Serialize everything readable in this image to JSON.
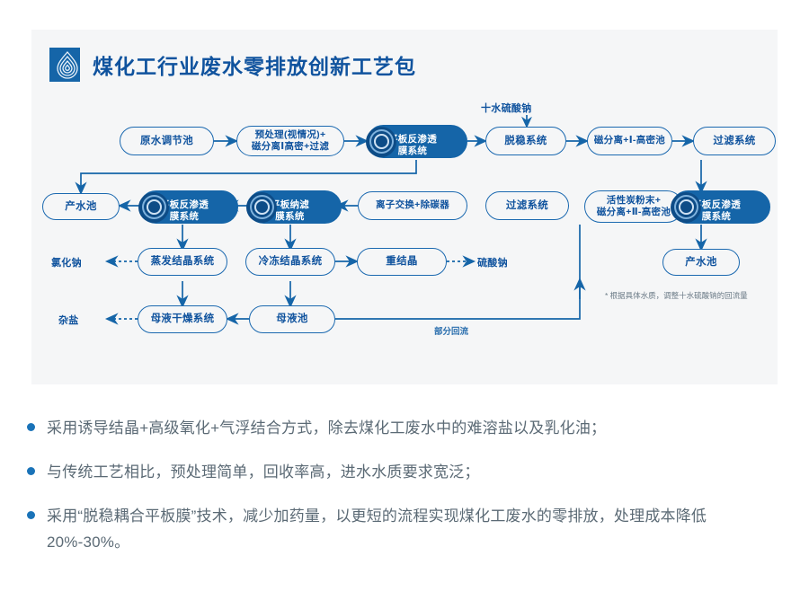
{
  "header": {
    "title": "煤化工行业废水零排放创新工艺包",
    "logo_icon": "water-drop-rings-logo",
    "accent_color": "#10539e",
    "logo_color": "#1565a8"
  },
  "diagram": {
    "card_background": "#f5f6f7",
    "node_outline_color": "#1b69b0",
    "node_filled_color": "#1565a8",
    "nodes": [
      {
        "id": "n1",
        "label": "原水调节池",
        "style": "outline"
      },
      {
        "id": "n2a",
        "label": "预处理(视情况)+",
        "label2": "磁分离Ⅰ高密+过滤",
        "style": "outline"
      },
      {
        "id": "n3",
        "label": "平板反渗透",
        "label2": "膜系统",
        "style": "filled",
        "icon": "membrane-disc-icon"
      },
      {
        "id": "n4",
        "label": "脱稳系统",
        "style": "outline"
      },
      {
        "id": "n5",
        "label": "磁分离+Ⅰ-高密池",
        "style": "outline"
      },
      {
        "id": "n6",
        "label": "过滤系统",
        "style": "outline"
      },
      {
        "id": "n7",
        "label": "产水池",
        "style": "outline"
      },
      {
        "id": "n8",
        "label": "平板反渗透",
        "label2": "膜系统",
        "style": "filled",
        "icon": "membrane-disc-icon"
      },
      {
        "id": "n9",
        "label": "平板纳滤",
        "label2": "膜系统",
        "style": "filled",
        "icon": "membrane-disc-icon"
      },
      {
        "id": "n10",
        "label": "离子交换+除碳器",
        "style": "outline"
      },
      {
        "id": "n11",
        "label": "过滤系统",
        "style": "outline"
      },
      {
        "id": "n12",
        "label": "活性炭粉末+",
        "label2": "磁分离+Ⅱ-高密池",
        "style": "outline"
      },
      {
        "id": "n13",
        "label": "平板反渗透",
        "label2": "膜系统",
        "style": "filled",
        "icon": "membrane-disc-icon"
      },
      {
        "id": "n14",
        "label": "蒸发结晶系统",
        "style": "outline"
      },
      {
        "id": "n15",
        "label": "冷冻结晶系统",
        "style": "outline"
      },
      {
        "id": "n16",
        "label": "重结晶",
        "style": "outline"
      },
      {
        "id": "n17",
        "label": "产水池",
        "style": "outline"
      },
      {
        "id": "n18",
        "label": "母液干燥系统",
        "style": "outline"
      },
      {
        "id": "n19",
        "label": "母液池",
        "style": "outline"
      }
    ],
    "free_labels": {
      "input_chemical": "十水硫酸钠",
      "out_nacl": "氯化钠",
      "out_na2so4": "硫酸钠",
      "out_mixed_salt": "杂盐",
      "partial_return": "部分回流",
      "footnote": "* 根据具体水质，调整十水硫酸钠的回流量"
    }
  },
  "bullets": [
    "采用诱导结晶+高级氧化+气浮结合方式，除去煤化工废水中的难溶盐以及乳化油；",
    "与传统工艺相比，预处理简单，回收率高，进水水质要求宽泛；",
    "采用“脱稳耦合平板膜”技术，减少加药量，以更短的流程实现煤化工废水的零排放，处理成本降低20%-30%。"
  ]
}
